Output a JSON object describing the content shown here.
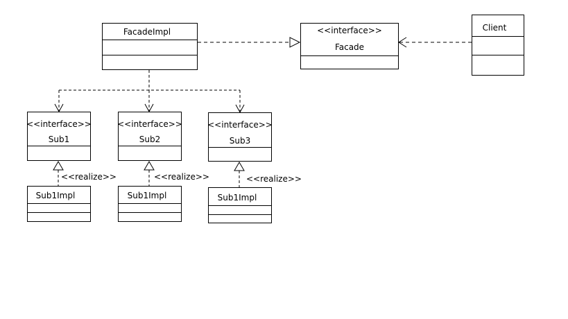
{
  "classes": {
    "facade_impl": {
      "name": "FacadeImpl"
    },
    "facade": {
      "stereotype": "<<interface>>",
      "name": "Facade"
    },
    "client": {
      "name": "Client"
    },
    "sub1": {
      "stereotype": "<<interface>>",
      "name": "Sub1"
    },
    "sub2": {
      "stereotype": "<<interface>>",
      "name": "Sub2"
    },
    "sub3": {
      "stereotype": "<<interface>>",
      "name": "Sub3"
    },
    "impl1": {
      "name": "Sub1Impl"
    },
    "impl2": {
      "name": "Sub1Impl"
    },
    "impl3": {
      "name": "Sub1Impl"
    }
  },
  "relations": {
    "realize1": "<<realize>>",
    "realize2": "<<realize>>",
    "realize3": "<<realize>>"
  }
}
